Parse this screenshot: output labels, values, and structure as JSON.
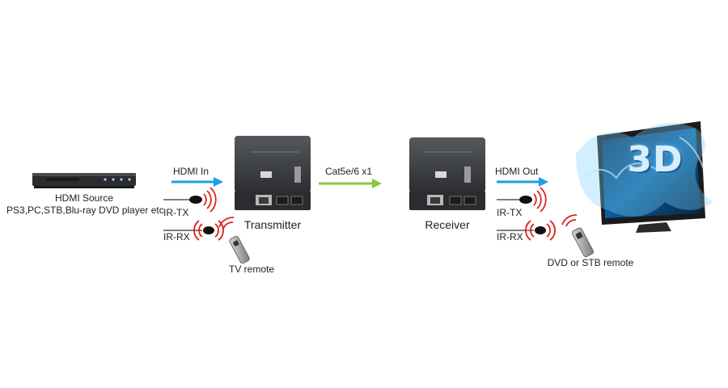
{
  "source": {
    "title": "HDMI Source",
    "subtitle": "PS3,PC,STB,Blu-ray DVD player etc"
  },
  "links": {
    "hdmi_in": "HDMI  In",
    "cat": "Cat5e/6 x1",
    "hdmi_out": "HDMI Out"
  },
  "transmitter": {
    "label": "Transmitter",
    "ir_tx": "IR-TX",
    "ir_rx": "IR-RX",
    "remote": "TV remote"
  },
  "receiver": {
    "label": "Receiver",
    "ir_tx": "IR-TX",
    "ir_rx": "IR-RX",
    "remote": "DVD or STB remote"
  },
  "display": {
    "badge": "3D"
  },
  "colors": {
    "arrow_blue": "#1e9ee0",
    "arrow_green": "#8cc63f",
    "ir_red": "#d9261c",
    "device_body": "#3b3d40"
  }
}
